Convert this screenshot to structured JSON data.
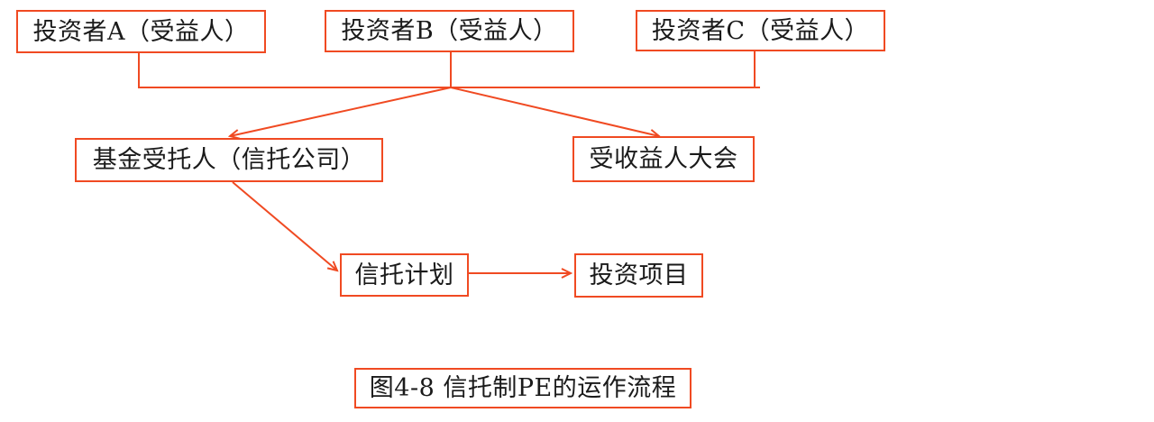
{
  "colors": {
    "accent": "#f04a22",
    "text": "#1a1a1a",
    "background": "#ffffff"
  },
  "diagram": {
    "type": "flowchart",
    "nodes": {
      "investor_a": {
        "label": "投资者A（受益人）"
      },
      "investor_b": {
        "label": "投资者B（受益人）"
      },
      "investor_c": {
        "label": "投资者C（受益人）"
      },
      "trustee": {
        "label": "基金受托人（信托公司）"
      },
      "beneficiary_assembly": {
        "label": "受收益人大会"
      },
      "trust_plan": {
        "label": "信托计划"
      },
      "investment_project": {
        "label": "投资项目"
      }
    },
    "edges": [
      {
        "from": "investor_a",
        "to": "junction",
        "style": "line"
      },
      {
        "from": "investor_b",
        "to": "junction",
        "style": "line"
      },
      {
        "from": "investor_c",
        "to": "junction",
        "style": "line"
      },
      {
        "from": "junction",
        "to": "trustee",
        "style": "arrow"
      },
      {
        "from": "junction",
        "to": "beneficiary_assembly",
        "style": "arrow"
      },
      {
        "from": "trustee",
        "to": "trust_plan",
        "style": "arrow"
      },
      {
        "from": "trust_plan",
        "to": "investment_project",
        "style": "arrow"
      }
    ],
    "caption": {
      "label": "图4-8 信托制PE的运作流程"
    }
  }
}
